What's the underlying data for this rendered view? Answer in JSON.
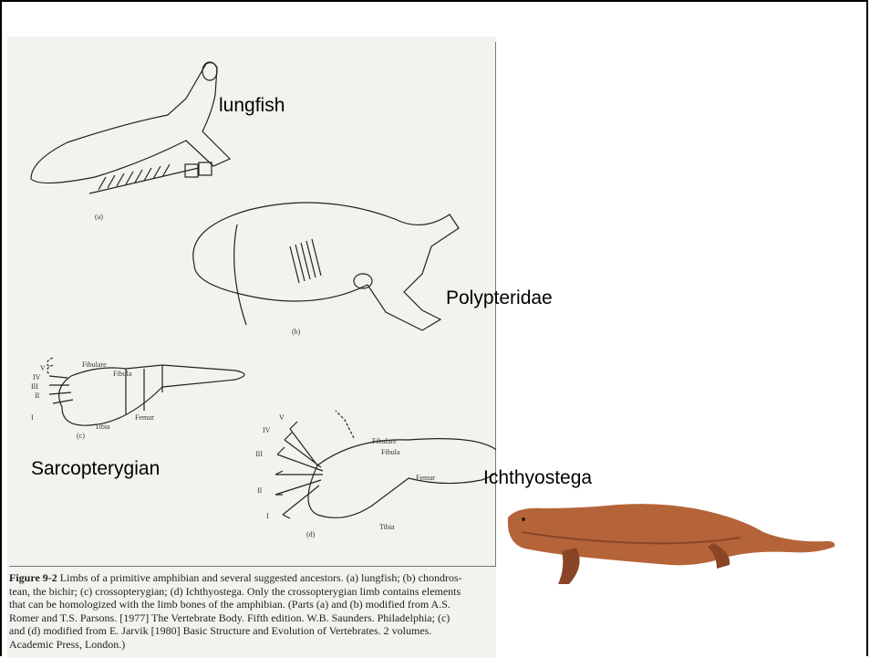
{
  "labels": {
    "lungfish": "lungfish",
    "polypteridae": "Polypteridae",
    "sarcopterygian": "Sarcopterygian",
    "ichthyostega": "Ichthyostega"
  },
  "figure_letters": {
    "a": "(a)",
    "b": "(b)",
    "c": "(c)",
    "d": "(d)"
  },
  "bone_labels": {
    "c": {
      "fibulare": "Fibulare",
      "fibula": "Fibula",
      "femur": "Femur",
      "tibia": "Tibia",
      "v": "V",
      "iv": "IV",
      "iii": "III",
      "ii": "II",
      "i": "I"
    },
    "d": {
      "fibulare": "Fibulare",
      "fibula": "Fibula",
      "femur": "Femur",
      "tibia": "Tibia",
      "v": "V",
      "iv": "IV",
      "iii": "III",
      "ii": "II",
      "i": "I"
    }
  },
  "caption": {
    "figure_no": "Figure 9-2",
    "lines": [
      "Limbs of a primitive amphibian and several suggested ancestors. (a) lungfish; (b) chondros-",
      "tean, the bichir; (c) crossopterygian; (d) Ichthyostega. Only the crossopterygian limb contains elements",
      "that can be homologized with the limb bones of the amphibian. (Parts (a) and (b) modified from A.S.",
      "Romer and T.S. Parsons. [1977] The Vertebrate Body. Fifth edition. W.B. Saunders. Philadelphia; (c)",
      "and (d) modified from E. Jarvik [1980] Basic Structure and Evolution of Vertebrates. 2 volumes.",
      "Academic Press, London.)"
    ]
  },
  "colors": {
    "animal_body": "#b5643a",
    "animal_shade": "#8a4526",
    "background": "#ffffff"
  }
}
